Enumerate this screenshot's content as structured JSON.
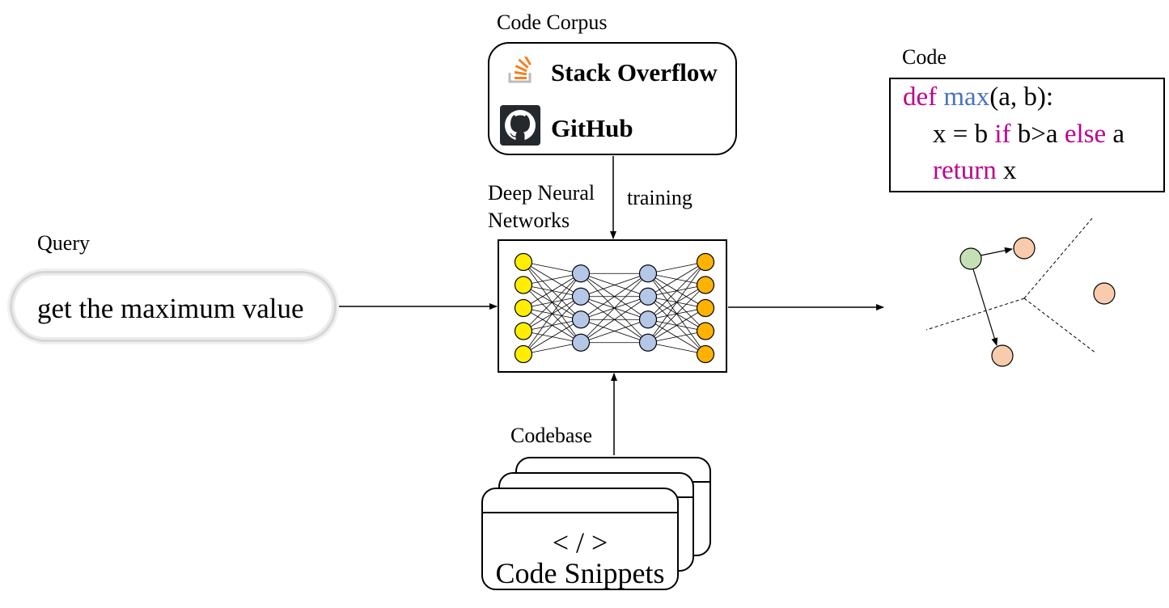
{
  "corpus": {
    "title": "Code Corpus",
    "sources": [
      {
        "name": "Stack Overflow",
        "icon": "stack-overflow-icon"
      },
      {
        "name": "GitHub",
        "icon": "github-icon"
      }
    ]
  },
  "network": {
    "label_line1": "Deep Neural",
    "label_line2": "Networks",
    "training_label": "training",
    "layer_sizes": [
      5,
      4,
      4,
      5
    ],
    "layer_colors": [
      "#ffee00",
      "#b4c7e7",
      "#b4c7e7",
      "#ffb300"
    ]
  },
  "query": {
    "title": "Query",
    "text": "get the maximum value"
  },
  "codebase": {
    "title": "Codebase",
    "symbol": "< / >",
    "caption": "Code Snippets"
  },
  "code": {
    "title": "Code",
    "line1": {
      "kw": "def",
      "fn": "max",
      "rest": "(a, b):"
    },
    "line2": {
      "a": "x = b ",
      "kw1": "if",
      "b": " b>a ",
      "kw2": "else",
      "c": " a"
    },
    "line3": {
      "kw": "return",
      "rest": " x"
    }
  },
  "colors": {
    "keyword": "#c0008c",
    "function_name": "#4a72c4",
    "stack_overflow_orange": "#f48024",
    "stack_overflow_gray": "#bcbbbb",
    "github_dark": "#24292e",
    "query_point": "#c5e0b4",
    "code_point": "#f8cbad"
  }
}
